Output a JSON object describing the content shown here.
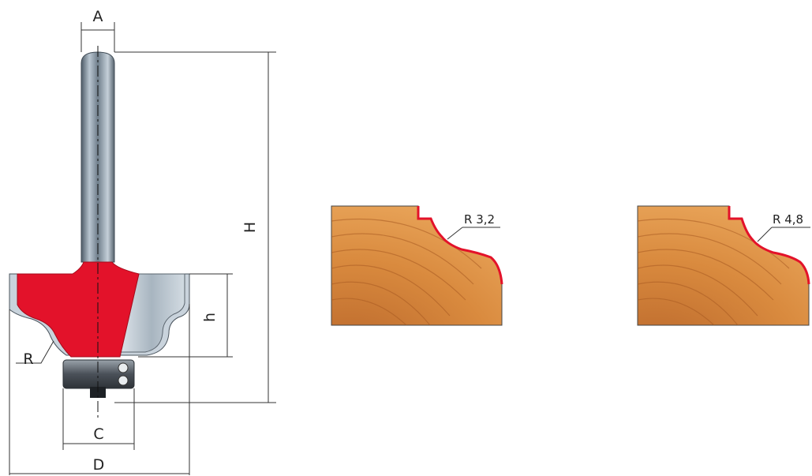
{
  "dimensions": {
    "A": "A",
    "H": "H",
    "h": "h",
    "R": "R",
    "C": "C",
    "D": "D"
  },
  "profiles": [
    {
      "radius_label": "R 3,2"
    },
    {
      "radius_label": "R 4,8"
    }
  ],
  "colors": {
    "cutter_red": "#e3122a",
    "shank_steel": "#8a9aa8",
    "wood": "#d98a3e",
    "bearing": "#5a6068"
  }
}
